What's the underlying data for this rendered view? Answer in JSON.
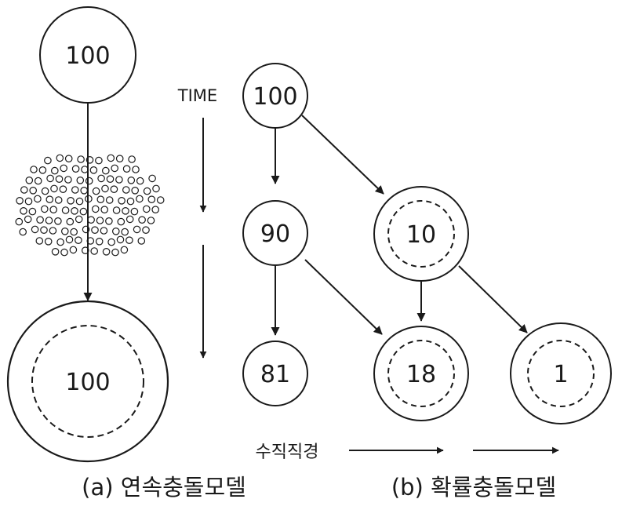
{
  "model_a": {
    "top_node": "100",
    "bottom_node": "100",
    "caption": "(a) 연속충돌모델"
  },
  "time": {
    "label": "TIME"
  },
  "model_b": {
    "nodes": {
      "n100": "100",
      "n90": "90",
      "n10": "10",
      "n81": "81",
      "n18": "18",
      "n1": "1"
    },
    "axis_label": "수직직경",
    "caption": "(b) 확률충돌모델"
  },
  "colors": {
    "stroke": "#1a1a1a",
    "background": "#ffffff"
  }
}
